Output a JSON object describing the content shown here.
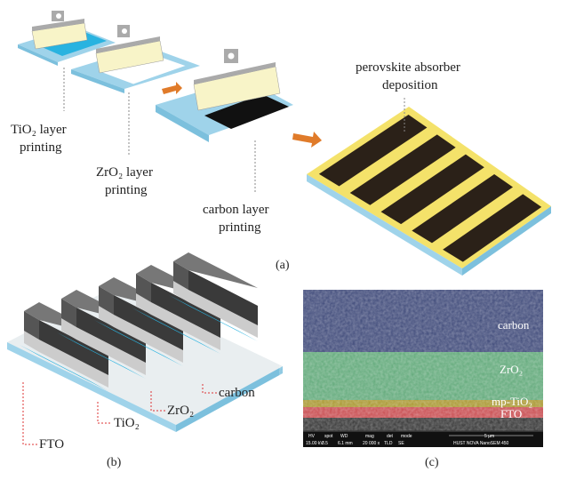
{
  "panel_a": {
    "caption": "(a)",
    "steps": [
      {
        "line1": "TiO₂ layer",
        "line2": "printing"
      },
      {
        "line1": "ZrO₂ layer",
        "line2": "printing"
      },
      {
        "line1": "carbon layer",
        "line2": "printing"
      }
    ],
    "final": {
      "line1": "perovskite absorber",
      "line2": "deposition"
    }
  },
  "panel_b": {
    "caption": "(b)",
    "labels": {
      "carbon": "carbon",
      "zro2": "ZrO₂",
      "tio2": "TiO₂",
      "fto": "FTO"
    }
  },
  "panel_c": {
    "caption": "(c)",
    "layers": {
      "carbon": "carbon",
      "zro2": "ZrO₂",
      "tio2": "mp-TiO₂",
      "fto": "FTO"
    },
    "info_bar": {
      "headers": [
        "HV",
        "spot",
        "WD",
        "mag",
        "det",
        "mode"
      ],
      "values": [
        "15.00 kV",
        "3.5",
        "6.1 mm",
        "20 000 x",
        "TLD",
        "SE"
      ],
      "scale": "5 µm",
      "instrument": "HUST NOVA NanoSEM 450"
    }
  },
  "colors": {
    "substrate": "#9fd3ea",
    "tio2": "#29b3e0",
    "carbon": "#1a1a1a",
    "arrow": "#e07b2a",
    "yellow": "#f4e26a"
  }
}
